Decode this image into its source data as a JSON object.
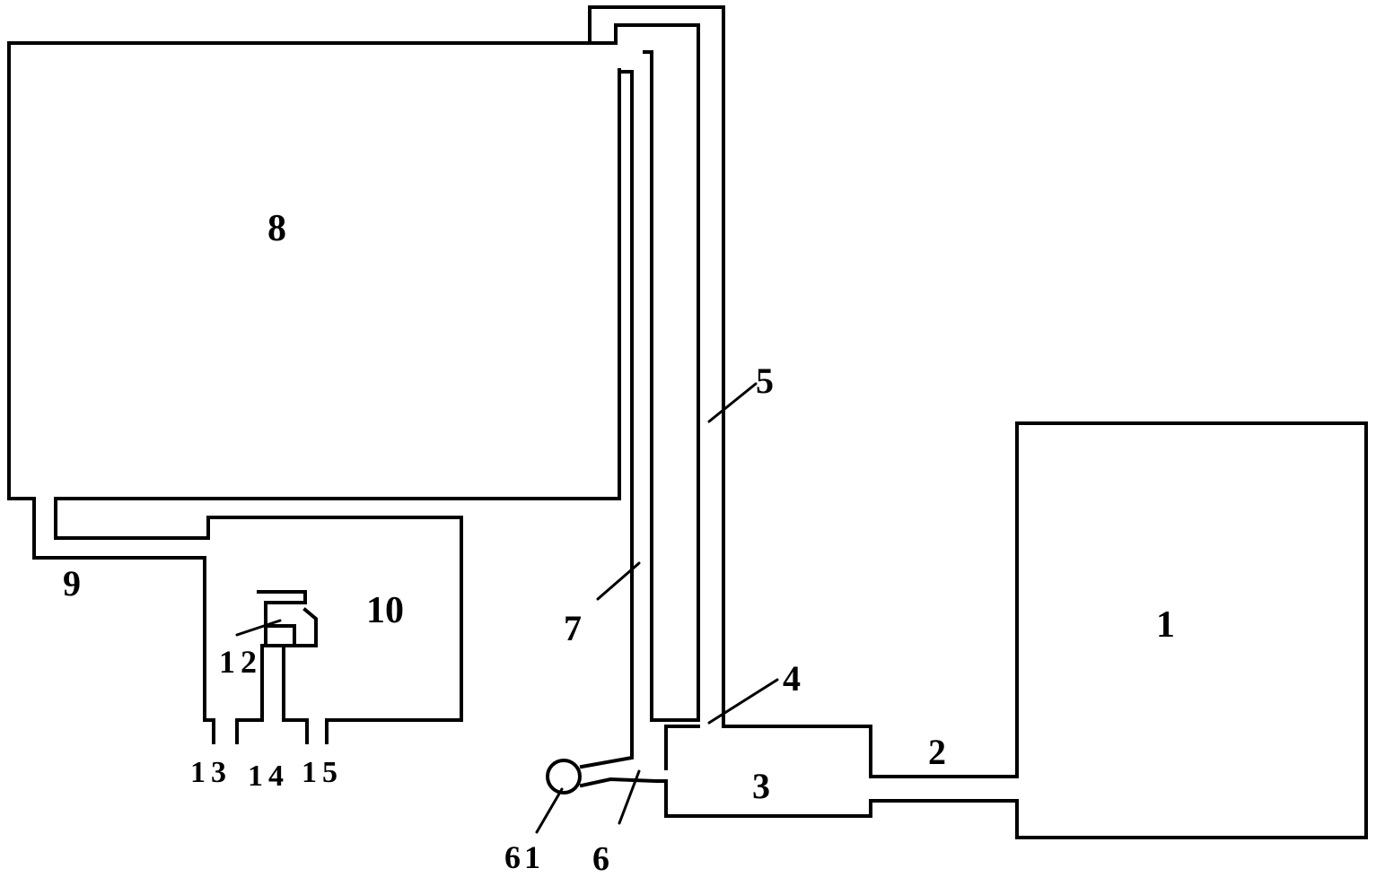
{
  "labels": {
    "l1": "1",
    "l2": "2",
    "l3": "3",
    "l4": "4",
    "l5": "5",
    "l6": "6",
    "l61": "61",
    "l7": "7",
    "l8": "8",
    "l9": "9",
    "l10": "10",
    "l12": "12",
    "l13": "13",
    "l14": "14",
    "l15": "15"
  }
}
